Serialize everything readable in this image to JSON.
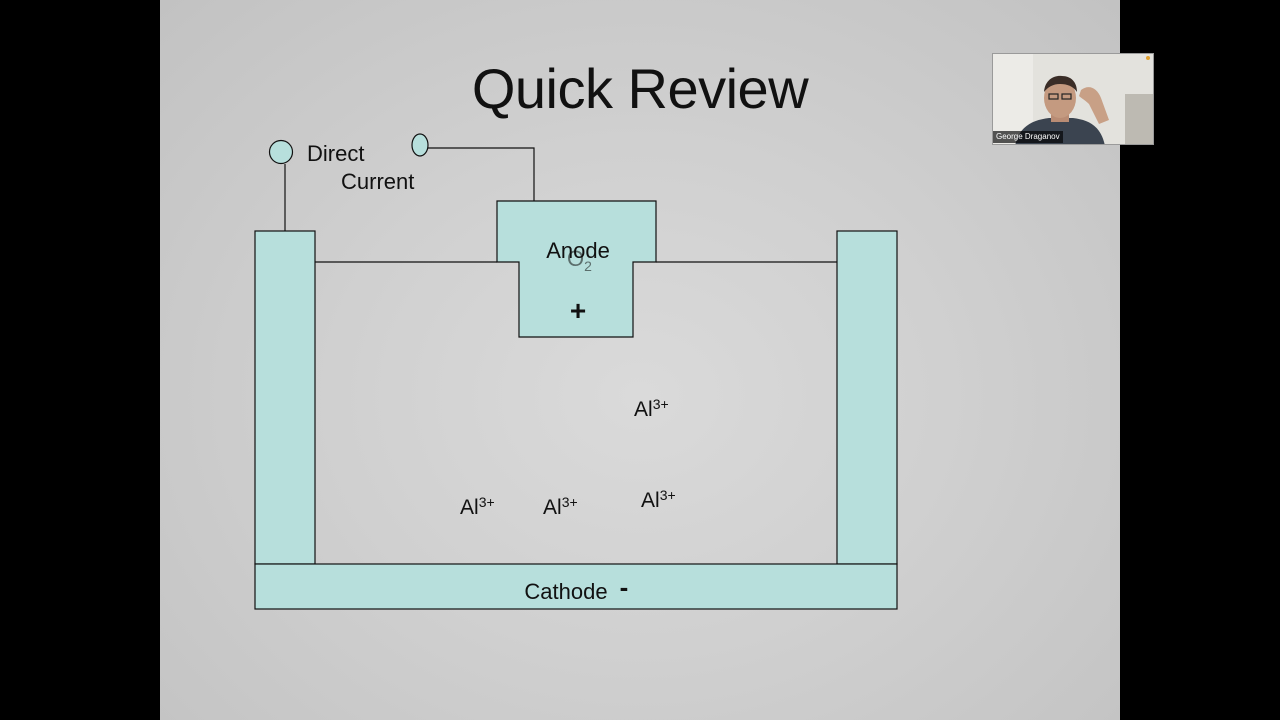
{
  "slide": {
    "title": "Quick Review",
    "power_source_label_line1": "Direct",
    "power_source_label_line2": "Current",
    "anode_label": "Anode",
    "anode_sign": "+",
    "oxygen_symbol": "O",
    "oxygen_subscript": "2",
    "cathode_label": "Cathode",
    "cathode_sign": "-",
    "ions": [
      {
        "symbol": "Al",
        "charge": "3+"
      },
      {
        "symbol": "Al",
        "charge": "3+"
      },
      {
        "symbol": "Al",
        "charge": "3+"
      },
      {
        "symbol": "Al",
        "charge": "3+"
      }
    ],
    "cell_fill_color": "#b7dfdc"
  },
  "webcam": {
    "participant_name": "George Draganov"
  }
}
